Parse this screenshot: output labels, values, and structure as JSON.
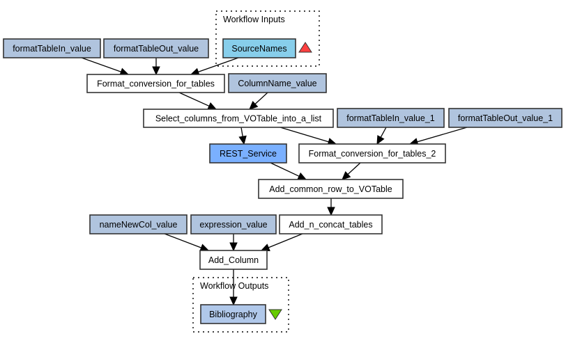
{
  "diagram": {
    "type": "workflow-graph",
    "colors": {
      "constant_value": "#b0c4de",
      "workflow_input": "#87ceeb",
      "rest_service": "#7ab0ff",
      "processor": "#ffffff",
      "workflow_output": "#b0c8ea",
      "input_port_triangle": "#ff4040",
      "output_port_triangle": "#66cc00"
    },
    "clusters": [
      {
        "id": "workflow_inputs",
        "label": "Workflow Inputs"
      },
      {
        "id": "workflow_outputs",
        "label": "Workflow Outputs"
      }
    ],
    "nodes": [
      {
        "id": "formatTableIn_value",
        "label": "formatTableIn_value",
        "kind": "constant_value"
      },
      {
        "id": "formatTableOut_value",
        "label": "formatTableOut_value",
        "kind": "constant_value"
      },
      {
        "id": "SourceNames",
        "label": "SourceNames",
        "kind": "workflow_input"
      },
      {
        "id": "Format_conversion_for_tables",
        "label": "Format_conversion_for_tables",
        "kind": "processor"
      },
      {
        "id": "ColumnName_value",
        "label": "ColumnName_value",
        "kind": "constant_value"
      },
      {
        "id": "Select_columns_from_VOTable_into_a_list",
        "label": "Select_columns_from_VOTable_into_a_list",
        "kind": "processor"
      },
      {
        "id": "formatTableIn_value_1",
        "label": "formatTableIn_value_1",
        "kind": "constant_value"
      },
      {
        "id": "formatTableOut_value_1",
        "label": "formatTableOut_value_1",
        "kind": "constant_value"
      },
      {
        "id": "REST_Service",
        "label": "REST_Service",
        "kind": "rest_service"
      },
      {
        "id": "Format_conversion_for_tables_2",
        "label": "Format_conversion_for_tables_2",
        "kind": "processor"
      },
      {
        "id": "Add_common_row_to_VOTable",
        "label": "Add_common_row_to_VOTable",
        "kind": "processor"
      },
      {
        "id": "nameNewCol_value",
        "label": "nameNewCol_value",
        "kind": "constant_value"
      },
      {
        "id": "expression_value",
        "label": "expression_value",
        "kind": "constant_value"
      },
      {
        "id": "Add_n_concat_tables",
        "label": "Add_n_concat_tables",
        "kind": "processor"
      },
      {
        "id": "Add_Column",
        "label": "Add_Column",
        "kind": "processor"
      },
      {
        "id": "Bibliography",
        "label": "Bibliography",
        "kind": "workflow_output"
      }
    ],
    "edges": [
      {
        "from": "formatTableIn_value",
        "to": "Format_conversion_for_tables"
      },
      {
        "from": "formatTableOut_value",
        "to": "Format_conversion_for_tables"
      },
      {
        "from": "SourceNames",
        "to": "Format_conversion_for_tables"
      },
      {
        "from": "Format_conversion_for_tables",
        "to": "Select_columns_from_VOTable_into_a_list"
      },
      {
        "from": "ColumnName_value",
        "to": "Select_columns_from_VOTable_into_a_list"
      },
      {
        "from": "Select_columns_from_VOTable_into_a_list",
        "to": "REST_Service"
      },
      {
        "from": "Select_columns_from_VOTable_into_a_list",
        "to": "Format_conversion_for_tables_2"
      },
      {
        "from": "formatTableIn_value_1",
        "to": "Format_conversion_for_tables_2"
      },
      {
        "from": "formatTableOut_value_1",
        "to": "Format_conversion_for_tables_2"
      },
      {
        "from": "REST_Service",
        "to": "Add_common_row_to_VOTable"
      },
      {
        "from": "Format_conversion_for_tables_2",
        "to": "Add_common_row_to_VOTable"
      },
      {
        "from": "Add_common_row_to_VOTable",
        "to": "Add_n_concat_tables"
      },
      {
        "from": "nameNewCol_value",
        "to": "Add_Column"
      },
      {
        "from": "expression_value",
        "to": "Add_Column"
      },
      {
        "from": "Add_n_concat_tables",
        "to": "Add_Column"
      },
      {
        "from": "Add_Column",
        "to": "Bibliography"
      }
    ]
  }
}
